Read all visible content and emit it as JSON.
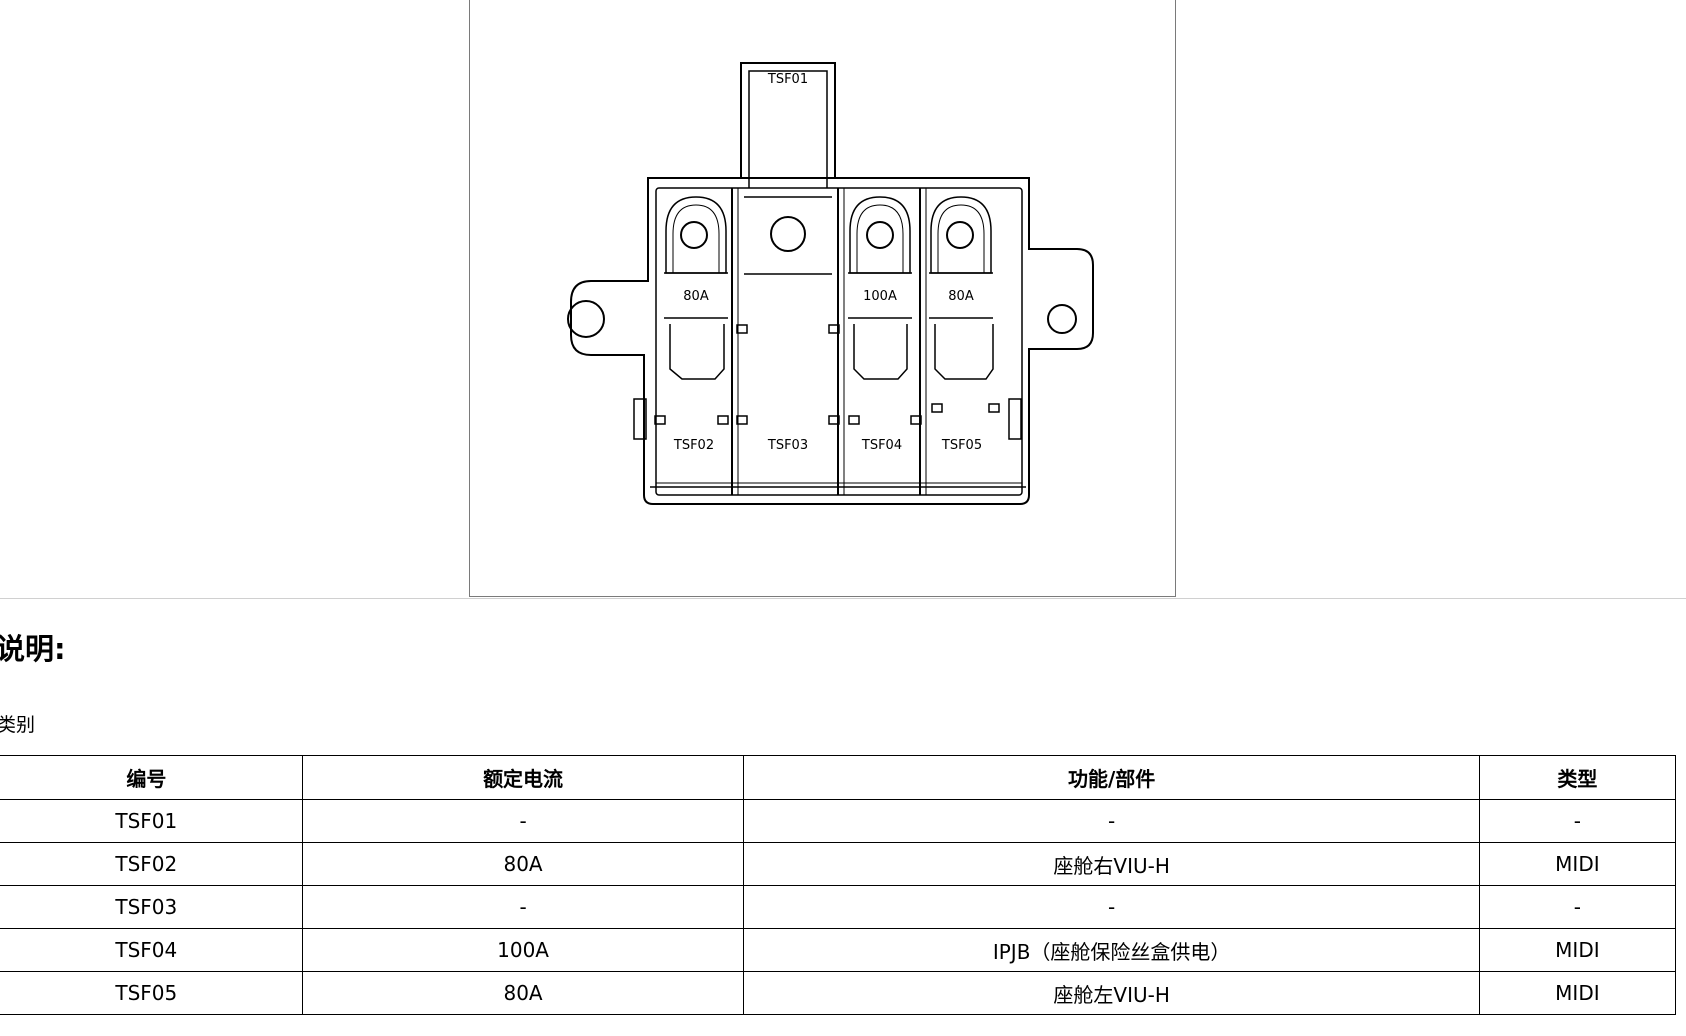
{
  "figure": {
    "fuse_labels": [
      "TSF01",
      "TSF02",
      "TSF03",
      "TSF04",
      "TSF05"
    ],
    "ratings": [
      "80A",
      "100A",
      "80A"
    ]
  },
  "section": {
    "heading": "说明:",
    "subheading": "类别"
  },
  "table": {
    "headers": [
      "编号",
      "额定电流",
      "功能/部件",
      "类型"
    ],
    "rows": [
      [
        "TSF01",
        "-",
        "-",
        "-"
      ],
      [
        "TSF02",
        "80A",
        "座舱右VIU-H",
        "MIDI"
      ],
      [
        "TSF03",
        "-",
        "-",
        "-"
      ],
      [
        "TSF04",
        "100A",
        "IPJB（座舱保险丝盒供电）",
        "MIDI"
      ],
      [
        "TSF05",
        "80A",
        "座舱左VIU-H",
        "MIDI"
      ]
    ]
  }
}
